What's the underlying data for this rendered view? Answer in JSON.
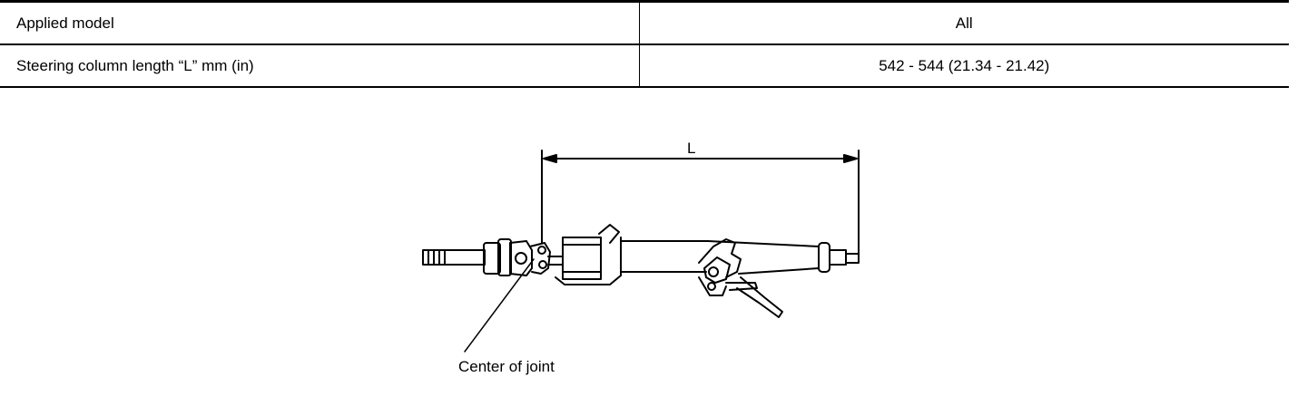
{
  "spec_table": {
    "rows": [
      {
        "label": "Applied model",
        "value": "All"
      },
      {
        "label": "Steering column length “L”   mm (in)",
        "value": "542 - 544 (21.34 - 21.42)"
      }
    ]
  },
  "figure": {
    "dimension_label": "L",
    "callout": "Center of joint"
  }
}
